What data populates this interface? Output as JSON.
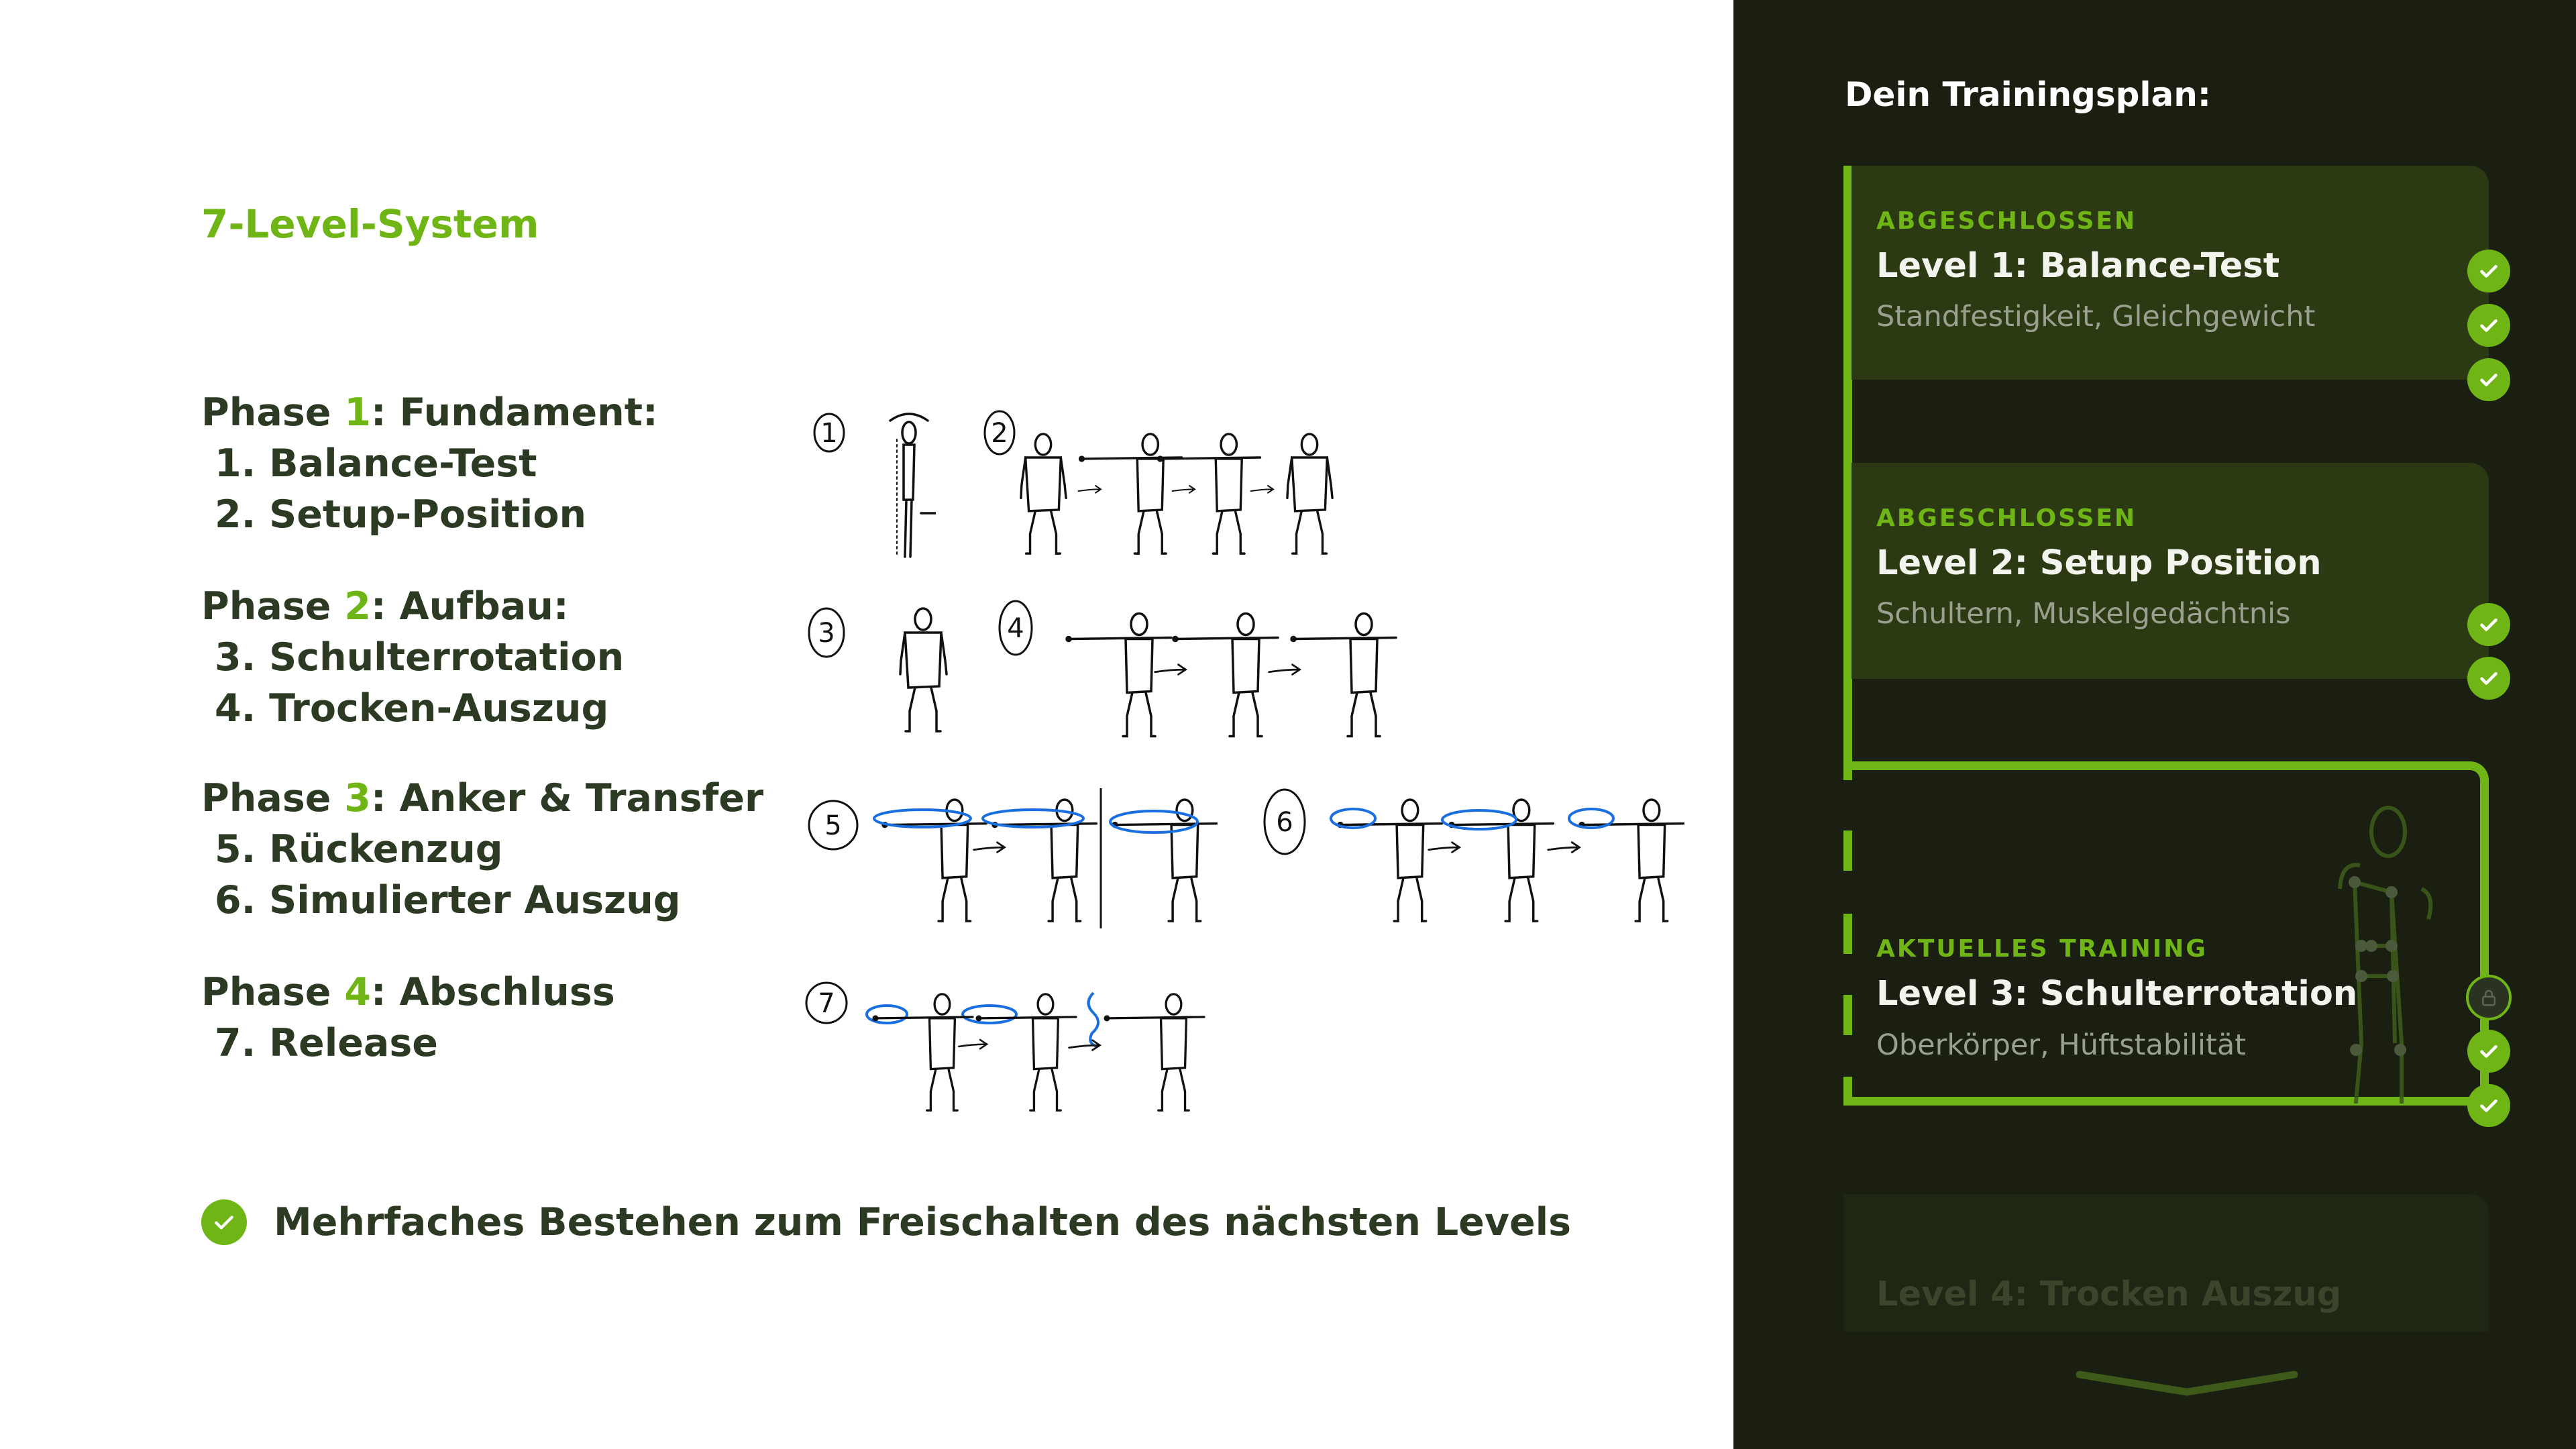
{
  "left": {
    "title": "7-Level-System",
    "phases": [
      {
        "prefix": "Phase ",
        "num": "1",
        "suffix": ": Fundament:",
        "items": [
          "1. Balance-Test",
          "2. Setup-Position"
        ]
      },
      {
        "prefix": "Phase ",
        "num": "2",
        "suffix": ": Aufbau:",
        "items": [
          "3. Schulterrotation",
          "4. Trocken-Auszug"
        ]
      },
      {
        "prefix": "Phase ",
        "num": "3",
        "suffix": ": Anker & Transfer",
        "items": [
          "5. Rückenzug",
          "6. Simulierter Auszug"
        ]
      },
      {
        "prefix": "Phase ",
        "num": "4",
        "suffix": ": Abschluss",
        "items": [
          "7. Release"
        ]
      }
    ],
    "note": "Mehrfaches Bestehen zum Freischalten des nächsten Levels",
    "sketch_numbers": [
      "1",
      "2",
      "3",
      "4",
      "5",
      "6",
      "7"
    ]
  },
  "plan": {
    "title": "Dein Trainingsplan:",
    "levels": [
      {
        "status": "ABGESCHLOSSEN",
        "title": "Level 1: Balance-Test",
        "subtitle": "Standfestigkeit, Gleichgewicht"
      },
      {
        "status": "ABGESCHLOSSEN",
        "title": "Level 2: Setup Position",
        "subtitle": "Schultern, Muskelgedächtnis"
      },
      {
        "status": "AKTUELLES TRAINING",
        "title": "Level 3: Schulterrotation",
        "subtitle": "Oberkörper, Hüftstabilität"
      },
      {
        "title": "Level 4: Trocken Auszug"
      }
    ]
  },
  "colors": {
    "accent": "#6fb515",
    "panel": "#1a1f12",
    "card": "#2c3a14",
    "text_dark": "#2c3a24",
    "sketch_blue": "#1a6fe0"
  }
}
